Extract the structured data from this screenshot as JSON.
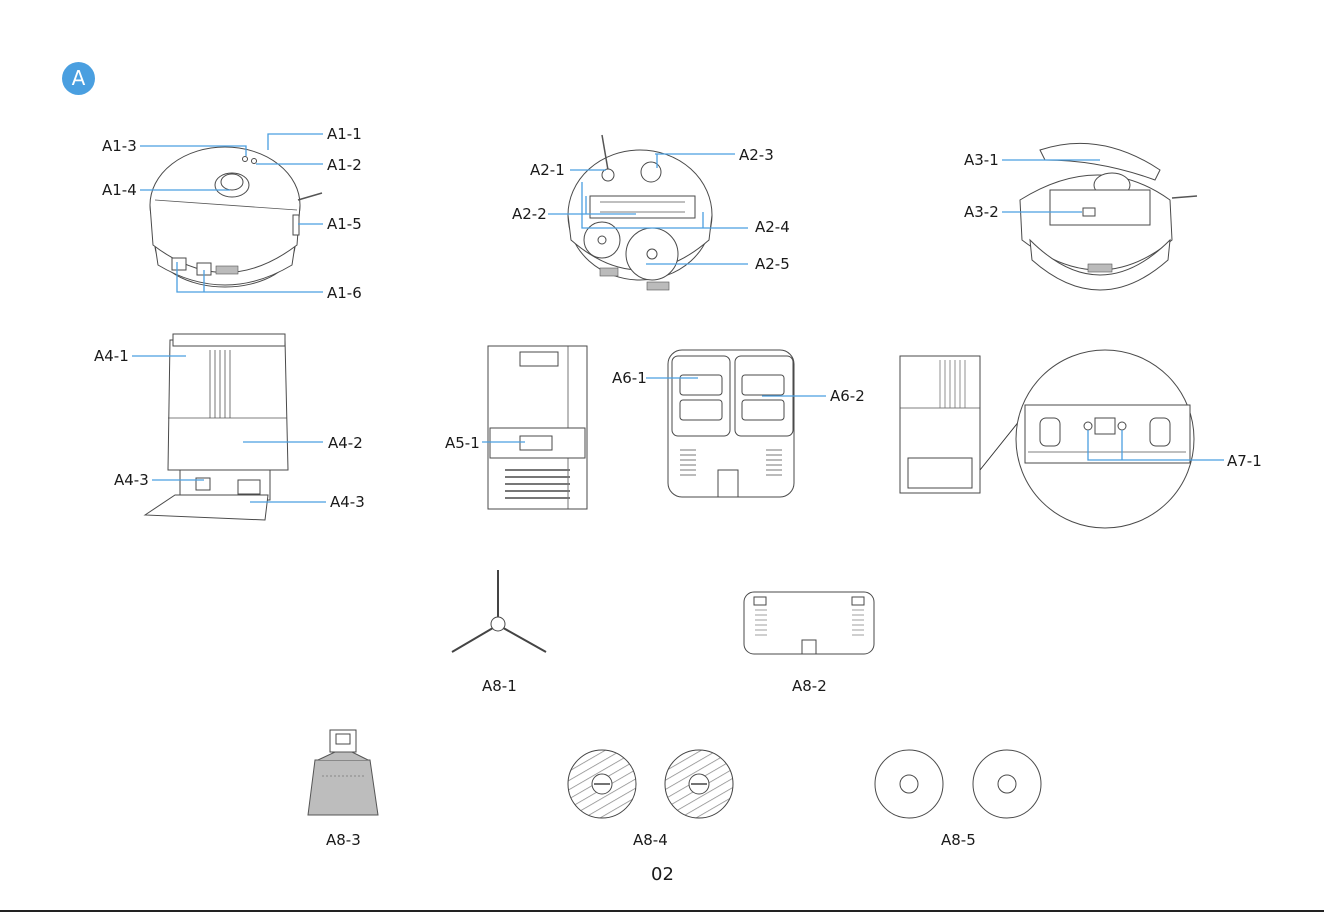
{
  "section_badge": "A",
  "page_number": "02",
  "labels": {
    "a1_1": "A1-1",
    "a1_2": "A1-2",
    "a1_3": "A1-3",
    "a1_4": "A1-4",
    "a1_5": "A1-5",
    "a1_6": "A1-6",
    "a2_1": "A2-1",
    "a2_2": "A2-2",
    "a2_3": "A2-3",
    "a2_4": "A2-4",
    "a2_5": "A2-5",
    "a3_1": "A3-1",
    "a3_2": "A3-2",
    "a4_1": "A4-1",
    "a4_2": "A4-2",
    "a4_3_left": "A4-3",
    "a4_3_right": "A4-3",
    "a5_1": "A5-1",
    "a6_1": "A6-1",
    "a6_2": "A6-2",
    "a7_1": "A7-1"
  },
  "captions": {
    "a8_1": "A8-1",
    "a8_2": "A8-2",
    "a8_3": "A8-3",
    "a8_4": "A8-4",
    "a8_5": "A8-5"
  },
  "colors": {
    "accent": "#4a9fe0",
    "outline": "#4a4a4a"
  }
}
